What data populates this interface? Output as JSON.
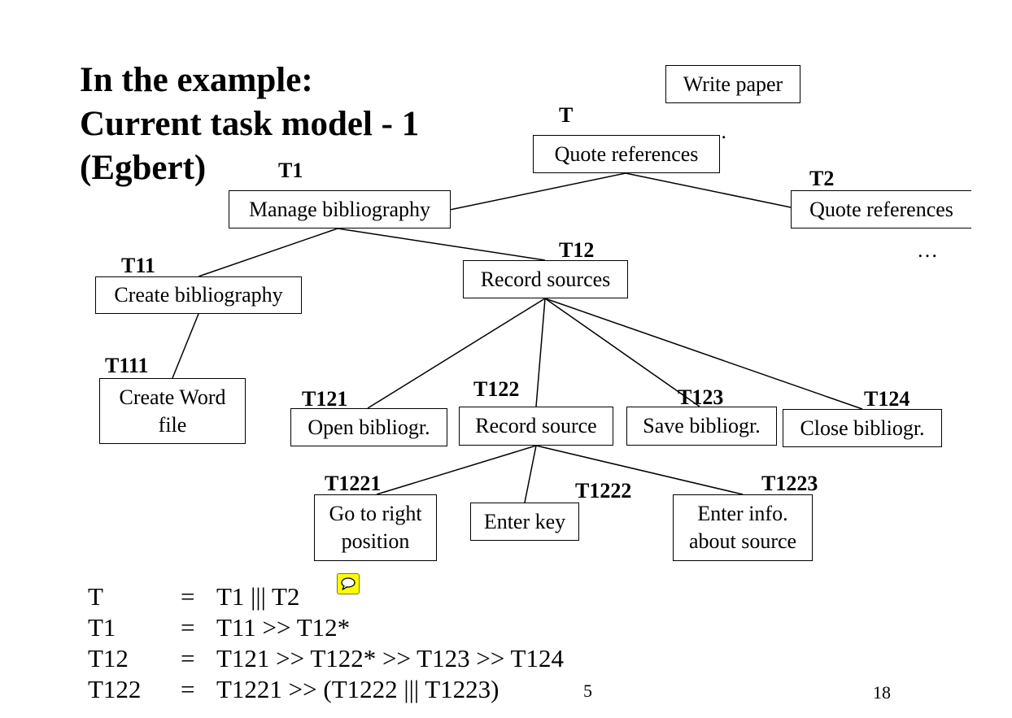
{
  "title": {
    "line1": "In the example:",
    "line2": "Current task model - 1",
    "line3": "(Egbert)"
  },
  "tree": {
    "root_box": "Write paper",
    "root_ellipsis": "…",
    "nodes": {
      "T": {
        "id": "T",
        "label": "Quote references"
      },
      "T1": {
        "id": "T1",
        "label": "Manage bibliography"
      },
      "T2": {
        "id": "T2",
        "label": "Quote references"
      },
      "T2_ellipsis": "…",
      "T11": {
        "id": "T11",
        "label": "Create bibliography"
      },
      "T111": {
        "id": "T111",
        "label_line1": "Create Word",
        "label_line2": "file"
      },
      "T12": {
        "id": "T12",
        "label": "Record sources"
      },
      "T121": {
        "id": "T121",
        "label": "Open bibliogr."
      },
      "T122": {
        "id": "T122",
        "label": "Record source"
      },
      "T123": {
        "id": "T123",
        "label": "Save bibliogr."
      },
      "T124": {
        "id": "T124",
        "label": "Close bibliogr."
      },
      "T1221": {
        "id": "T1221",
        "label_line1": "Go to right",
        "label_line2": "position"
      },
      "T1222": {
        "id": "T1222",
        "label": "Enter key"
      },
      "T1223": {
        "id": "T1223",
        "label_line1": "Enter info.",
        "label_line2": "about source"
      }
    }
  },
  "formulas": [
    {
      "lhs": "T",
      "eq": "=",
      "rhs": "T1 ||| T2"
    },
    {
      "lhs": "T1",
      "eq": "=",
      "rhs": "T11 >> T12*"
    },
    {
      "lhs": "T12",
      "eq": "=",
      "rhs": "T121 >> T122* >> T123 >> T124"
    },
    {
      "lhs": "T122",
      "eq": "=",
      "rhs": "T1221 >> (T1222 ||| T1223)"
    }
  ],
  "footer": {
    "left_number": "5",
    "page_number": "18"
  },
  "icons": {
    "comment": "comment-icon",
    "comment_color": "#ffff00"
  }
}
